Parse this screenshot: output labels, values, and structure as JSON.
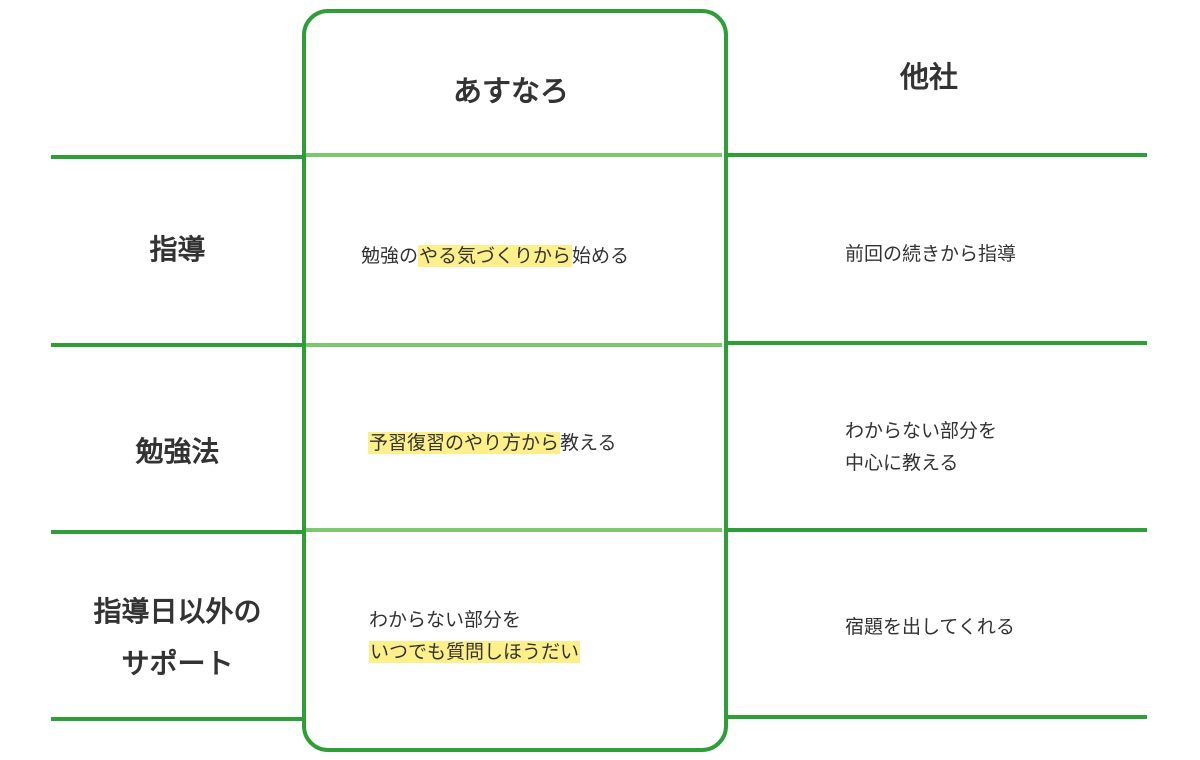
{
  "header": {
    "ours": "あすなろ",
    "others": "他社"
  },
  "rows": [
    {
      "label_lines": [
        "指導"
      ],
      "ours": [
        [
          {
            "text": "勉強の",
            "hl": false
          },
          {
            "text": "やる気づくりから",
            "hl": true
          },
          {
            "text": "始める",
            "hl": false
          }
        ]
      ],
      "others": [
        "前回の続きから指導"
      ]
    },
    {
      "label_lines": [
        "勉強法"
      ],
      "ours": [
        [
          {
            "text": "予習復習のやり方から",
            "hl": true
          },
          {
            "text": "教える",
            "hl": false
          }
        ]
      ],
      "others": [
        "わからない部分を",
        "中心に教える"
      ]
    },
    {
      "label_lines": [
        "指導日以外の",
        "サポート"
      ],
      "ours": [
        [
          {
            "text": "わからない部分を",
            "hl": false
          }
        ],
        [
          {
            "text": "いつでも質問しほうだい",
            "hl": true
          }
        ]
      ],
      "others": [
        "宿題を出してくれる"
      ]
    }
  ],
  "colors": {
    "border": "#2e9e36",
    "inner_line": "#7cc86d",
    "highlight": "#fdf08a",
    "text": "#333333"
  }
}
